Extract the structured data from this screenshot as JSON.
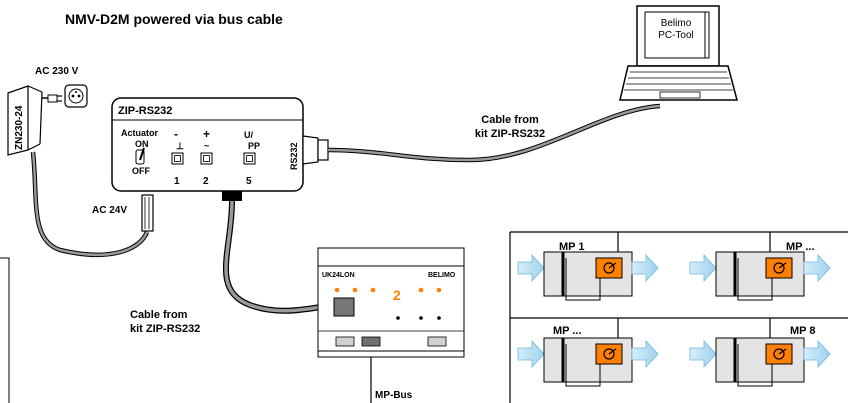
{
  "title": "NMV-D2M powered via bus cable",
  "power": {
    "supply_label": "AC 230 V",
    "adapter_label": "ZN230-24",
    "output_label": "AC 24V"
  },
  "zip": {
    "title": "ZIP-RS232",
    "actuator_label": "Actuator",
    "on_label": "ON",
    "off_label": "OFF",
    "port_label": "RS232",
    "terminals": [
      {
        "symbol": "-",
        "sub": "⊥",
        "number": "1"
      },
      {
        "symbol": "+",
        "sub": "~",
        "number": "2"
      },
      {
        "symbol": "U/",
        "sub": "PP",
        "number": "5"
      }
    ]
  },
  "pc": {
    "line1": "Belimo",
    "line2": "PC-Tool"
  },
  "cable_pc": {
    "line1": "Cable from",
    "line2": "kit ZIP-RS232"
  },
  "cable_uk": {
    "line1": "Cable from",
    "line2": "kit ZIP-RS232"
  },
  "uk": {
    "model": "UK24LON",
    "brand": "BELIMO",
    "channel": "2"
  },
  "bus_label": "MP-Bus",
  "actuators": [
    {
      "label": "MP 1"
    },
    {
      "label": "MP ..."
    },
    {
      "label": "MP ..."
    },
    {
      "label": "MP 8"
    }
  ],
  "colors": {
    "actuator": "#ff7f00",
    "airflow": "#a8d8f0",
    "led": "#ff8000"
  }
}
